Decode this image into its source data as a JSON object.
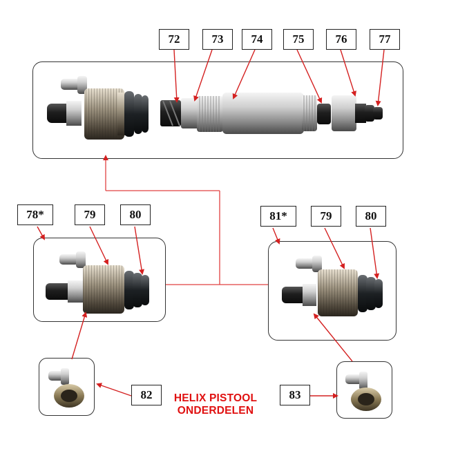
{
  "callouts": {
    "c72": "72",
    "c73": "73",
    "c74": "74",
    "c75": "75",
    "c76": "76",
    "c77": "77",
    "c78": "78*",
    "c79a": "79",
    "c80a": "80",
    "c81": "81*",
    "c79b": "79",
    "c80b": "80",
    "c82": "82",
    "c83": "83"
  },
  "caption": {
    "line1": "HELIX PISTOOL",
    "line2": "ONDERDELEN"
  },
  "colors": {
    "arrow": "#d42020",
    "connector": "#e04040",
    "caption": "#e01010",
    "border": "#222222"
  }
}
